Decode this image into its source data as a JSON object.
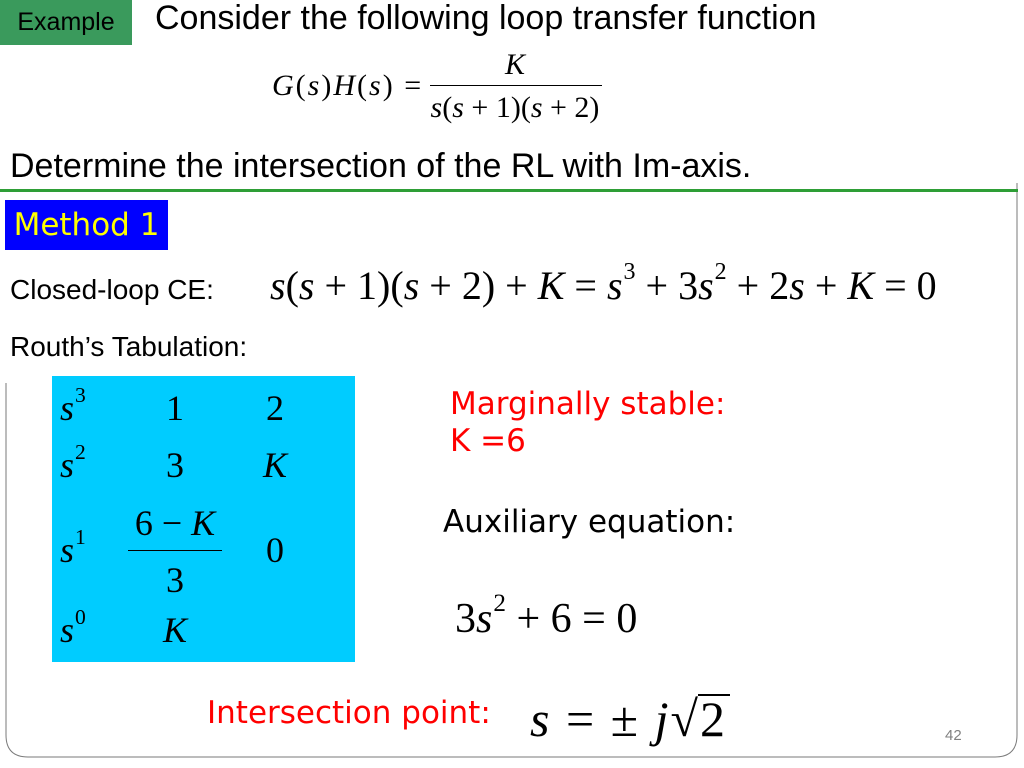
{
  "slide": {
    "badge": "Example",
    "title": "Consider the following loop transfer function",
    "transfer_function": {
      "lhs": "G(s)H(s) =",
      "numerator": "K",
      "denominator": "s(s + 1)(s + 2)"
    },
    "task": "Determine the intersection of the RL with Im-axis.",
    "method_label": "Method 1",
    "page_number": "42"
  },
  "closed_loop": {
    "label": "Closed-loop CE:",
    "equation": [
      {
        "text": "s(s + 1)(s + 2) + K = s",
        "sup": "3"
      },
      {
        "text": " + 3s",
        "sup": "2"
      },
      {
        "text": " + 2s + K = 0"
      }
    ]
  },
  "routh": {
    "label": "Routh’s Tabulation:",
    "rows": [
      {
        "var": "s",
        "power": "3",
        "col1": "1",
        "col2": "2"
      },
      {
        "var": "s",
        "power": "2",
        "col1": "3",
        "col2": "K"
      },
      {
        "var": "s",
        "power": "1",
        "col1_num": "6 − K",
        "col1_den": "3",
        "col2": "0"
      },
      {
        "var": "s",
        "power": "0",
        "col1": "K"
      }
    ]
  },
  "marginal": {
    "line1": "Marginally stable:",
    "line2": "K =6"
  },
  "auxiliary": {
    "label": "Auxiliary equation:",
    "base": "3s",
    "sup": "2",
    "rest": " + 6 = 0"
  },
  "intersection": {
    "label": "Intersection point:",
    "lhs": "s = ± j",
    "radical": "√",
    "radicand": "2"
  },
  "colors": {
    "badge_green": "#3a9a5c",
    "divider_green": "#2e9e36",
    "method_bg": "#0000ff",
    "method_text": "#ffff00",
    "routh_bg": "#00ccff",
    "highlight_red": "#ff0000",
    "page_number_gray": "#808080"
  }
}
